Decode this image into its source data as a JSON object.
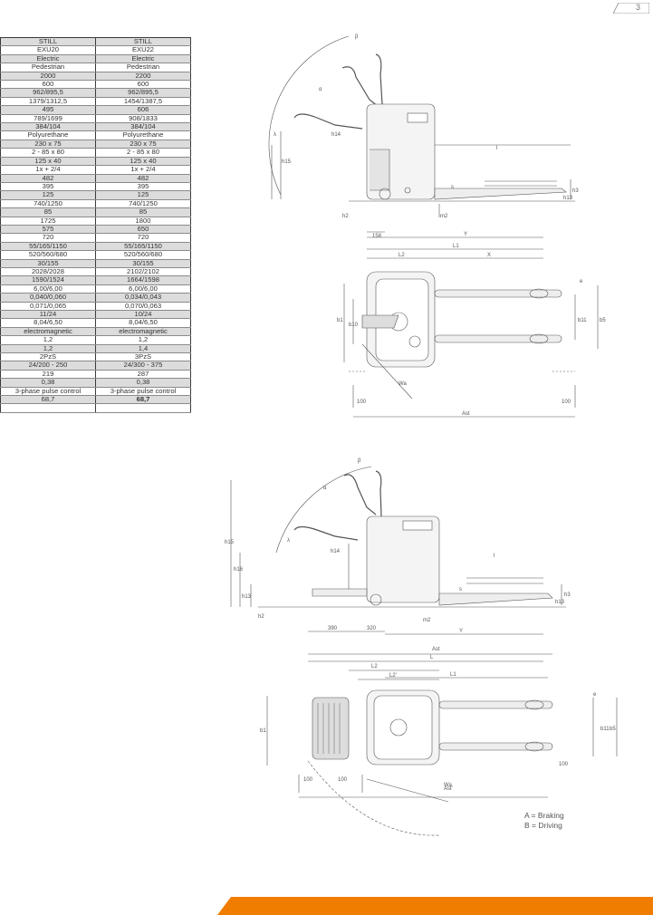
{
  "page": {
    "number": "3"
  },
  "table": {
    "header": [
      "STILL",
      "STILL"
    ],
    "rows": [
      [
        "EXU20",
        "EXU22"
      ],
      [
        "Electric",
        "Electric"
      ],
      [
        "Pedestrian",
        "Pedestrian"
      ],
      [
        "2000",
        "2200"
      ],
      [
        "600",
        "600"
      ],
      [
        "962/895,5",
        "962/895,5"
      ],
      [
        "1379/1312,5",
        "1454/1387,5"
      ],
      [
        "495",
        "606"
      ],
      [
        "789/1699",
        "908/1833"
      ],
      [
        "384/104",
        "384/104"
      ],
      [
        "Polyurethane",
        "Polyurethane"
      ],
      [
        "230 x 75",
        "230 x 75"
      ],
      [
        "2 - 85 x 80",
        "2 - 85 x 80"
      ],
      [
        "125 x 40",
        "125 x 40"
      ],
      [
        "1x + 2/4",
        "1x + 2/4"
      ],
      [
        "482",
        "482"
      ],
      [
        "395",
        "395"
      ],
      [
        "125",
        "125"
      ],
      [
        "740/1250",
        "740/1250"
      ],
      [
        "85",
        "85"
      ],
      [
        "1725",
        "1800"
      ],
      [
        "575",
        "650"
      ],
      [
        "720",
        "720"
      ],
      [
        "55/165/1150",
        "55/165/1150"
      ],
      [
        "520/560/680",
        "520/560/680"
      ],
      [
        "30/155",
        "30/155"
      ],
      [
        "2028/2028",
        "2102/2102"
      ],
      [
        "1590/1524",
        "1664/1598"
      ],
      [
        "6,00/6,00",
        "6,00/6,00"
      ],
      [
        "0,040/0,060",
        "0,034/0,043"
      ],
      [
        "0,071/0,065",
        "0,070/0,063"
      ],
      [
        "11/24",
        "10/24"
      ],
      [
        "8,04/6,50",
        "8,04/6,50"
      ],
      [
        "electromagnetic",
        "electromagnetic"
      ],
      [
        "1,2",
        "1,2"
      ],
      [
        "1,2",
        "1,4"
      ],
      [
        "2PzS",
        "3PzS"
      ],
      [
        "24/200 - 250",
        "24/300 - 375"
      ],
      [
        "219",
        "287"
      ],
      [
        "0,38",
        "0,38"
      ],
      [
        "3-phase pulse control",
        "3-phase pulse control"
      ],
      [
        "68,7",
        "68,7"
      ],
      [
        "",
        ""
      ]
    ]
  },
  "diagram1": {
    "angle_a": "α",
    "angle_b": "β",
    "angle_l": "λ",
    "h14": "h14",
    "h15": "h15",
    "h13": "h13",
    "h3": "h3",
    "h2": "h2",
    "m2": "m2",
    "s": "s",
    "l": "l",
    "d158": "158",
    "y": "Y",
    "l1": "L1",
    "l2": "L2",
    "x": "X",
    "e": "e",
    "b11": "b11",
    "b5": "b5",
    "b1": "b1",
    "b10": "b10",
    "wa": "Wa",
    "d100_left": "100",
    "d100_right": "100",
    "ast": "Ast"
  },
  "diagram2": {
    "angle_a": "α",
    "angle_b": "β",
    "angle_l": "λ",
    "h14": "h14",
    "h15": "h15",
    "h16": "h16",
    "h13": "h13",
    "h3": "h3",
    "h2": "h2",
    "m2": "m2",
    "s": "s",
    "l": "l",
    "d390": "390",
    "d320": "320",
    "y": "Y",
    "ast_top": "Ast",
    "l_top": "L",
    "l2": "L2",
    "l2p": "L2'",
    "l1": "L1",
    "e": "e",
    "b11": "b11",
    "b5": "b5",
    "b1": "b1",
    "d100a": "100",
    "d100b": "100",
    "d100c": "100",
    "wa": "Wa",
    "ast_p": "Ast'"
  },
  "legend": {
    "a": "A = Braking",
    "b": "B = Driving"
  },
  "colors": {
    "accent": "#f07d00",
    "line": "#555555",
    "table_border": "#3a3a3a"
  }
}
